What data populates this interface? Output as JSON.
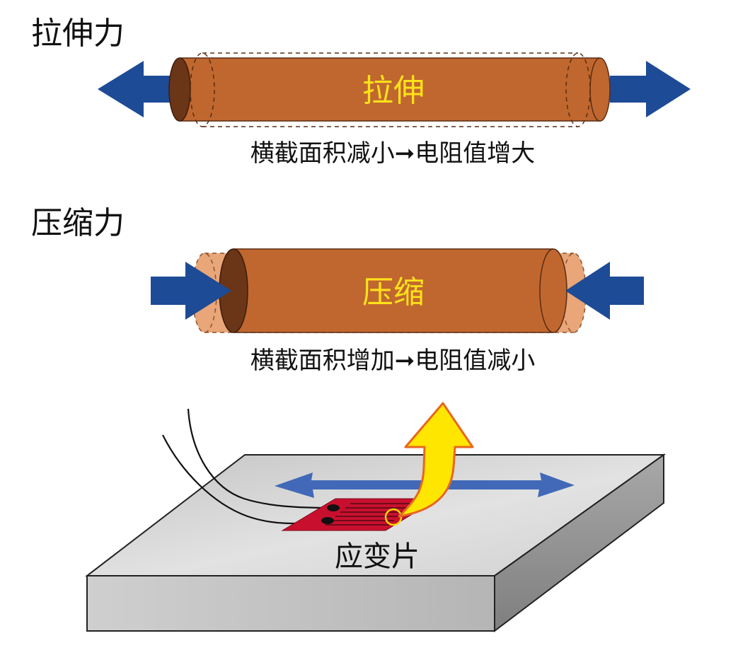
{
  "tension": {
    "heading": "拉伸力",
    "label": "拉伸",
    "caption": "横截面积减小➞电阻值增大"
  },
  "compression": {
    "heading": "压缩力",
    "label": "压缩",
    "caption": "横截面积增加➞电阻值减小"
  },
  "gauge": {
    "label": "应变片"
  },
  "colors": {
    "rod": "#c0672f",
    "rod_end": "#6b3518",
    "rod_ghost": "#e8a679",
    "arrow_blue": "#1e4b96",
    "label_yellow": "#ffe21a",
    "gauge_red": "#c8102e",
    "callout_yellow": "#ffe600",
    "callout_orange": "#e8661f",
    "block_top": "#d2d2d2",
    "block_front": "#bdbdbd",
    "block_side": "#8f8f8f"
  },
  "icons": [
    "arrow-left-icon",
    "arrow-right-icon",
    "double-arrow-icon",
    "callout-arrow-icon"
  ]
}
